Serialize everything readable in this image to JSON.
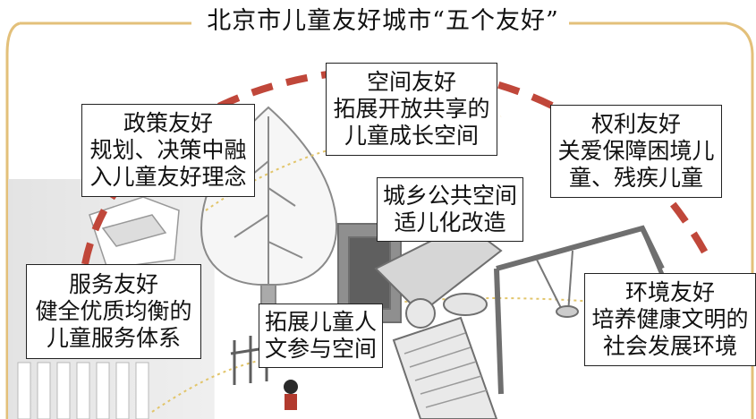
{
  "title": "北京市儿童友好城市“五个友好”",
  "boxes": {
    "policy": {
      "title": "政策友好",
      "lines": [
        "规划、决策中融",
        "入儿童友好理念"
      ]
    },
    "space": {
      "title": "空间友好",
      "lines": [
        "拓展开放共享的",
        "儿童成长空间"
      ]
    },
    "rights": {
      "title": "权利友好",
      "lines": [
        "关爱保障困境儿",
        "童、残疾儿童"
      ]
    },
    "urban_rural": {
      "lines": [
        "城乡公共空间",
        "适儿化改造"
      ]
    },
    "service": {
      "title": "服务友好",
      "lines": [
        "健全优质均衡的",
        "儿童服务体系"
      ]
    },
    "humanities": {
      "lines": [
        "拓展儿童人",
        "文参与空间"
      ]
    },
    "environment": {
      "title": "环境友好",
      "lines": [
        "培养健康文明的",
        "社会发展环境"
      ]
    }
  },
  "colors": {
    "arc_dash": "#c0473a",
    "frame": "#e3c07a",
    "dotted_path": "#e2c56b",
    "illustration_gray": "#7a7a7a"
  }
}
